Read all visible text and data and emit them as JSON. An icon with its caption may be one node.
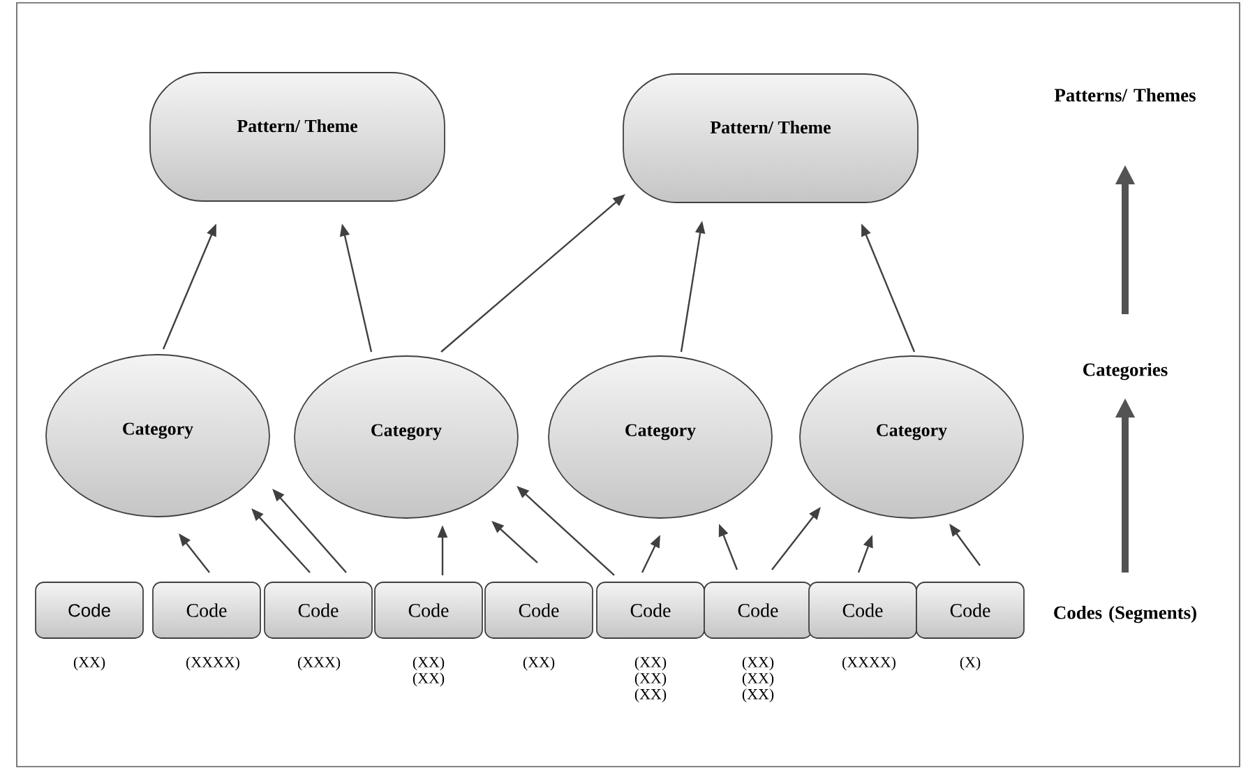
{
  "diagram": {
    "nodes": [
      {
        "text": [
          "Pattern/ Theme"
        ]
      },
      {
        "text": [
          "Pattern/ Theme"
        ]
      },
      {
        "text": [
          "Category"
        ]
      },
      {
        "text": [
          "Category"
        ]
      },
      {
        "text": [
          "Category"
        ]
      },
      {
        "text": [
          "Category"
        ]
      },
      {
        "text": [
          "Code"
        ],
        "beside": [
          "(XX)"
        ]
      },
      {
        "text": [
          "Code"
        ],
        "beside": [
          "(XXXX)"
        ]
      },
      {
        "text": [
          "Code"
        ],
        "beside": [
          "(XXX)"
        ]
      },
      {
        "text": [
          "Code"
        ],
        "beside": [
          "(XX) (XX)"
        ]
      },
      {
        "text": [
          "Code"
        ],
        "beside": [
          "(XX)"
        ]
      },
      {
        "text": [
          "Code"
        ],
        "beside": [
          "(XX) (XX) (XX)"
        ]
      },
      {
        "text": [
          "Code"
        ],
        "beside": [
          "(XX) (XX) (XX)"
        ]
      },
      {
        "text": [
          "Code"
        ],
        "beside": [
          "(XXXX)"
        ]
      },
      {
        "text": [
          "Code"
        ],
        "beside": [
          "(X)"
        ]
      },
      {
        "text": [
          "Patterns/ Themes"
        ]
      },
      {
        "text": [
          "Categories"
        ]
      },
      {
        "text": [
          "Codes (Segments)"
        ]
      }
    ],
    "edges": [
      {
        "from": 2,
        "to": 0,
        "arrow": "to"
      },
      {
        "from": 3,
        "to": 0,
        "arrow": "to"
      },
      {
        "from": 3,
        "to": 1,
        "arrow": "to"
      },
      {
        "from": 4,
        "to": 1,
        "arrow": "to"
      },
      {
        "from": 5,
        "to": 1,
        "arrow": "to"
      },
      {
        "from": 7,
        "to": 2,
        "arrow": "to"
      },
      {
        "from": 8,
        "to": 2,
        "arrow": "to"
      },
      {
        "from": 8,
        "to": 2,
        "arrow": "to"
      },
      {
        "from": 9,
        "to": 3,
        "arrow": "to"
      },
      {
        "from": 10,
        "to": 3,
        "arrow": "to"
      },
      {
        "from": 11,
        "to": 3,
        "arrow": "to"
      },
      {
        "from": 11,
        "to": 4,
        "arrow": "to"
      },
      {
        "from": 12,
        "to": 4,
        "arrow": "to"
      },
      {
        "from": 12,
        "to": 5,
        "arrow": "to"
      },
      {
        "from": 13,
        "to": 5,
        "arrow": "to"
      },
      {
        "from": 14,
        "to": 5,
        "arrow": "to"
      },
      {
        "from": 17,
        "to": 16,
        "arrow": "to",
        "style": "thick"
      },
      {
        "from": 16,
        "to": 15,
        "arrow": "to",
        "style": "thick"
      }
    ]
  }
}
